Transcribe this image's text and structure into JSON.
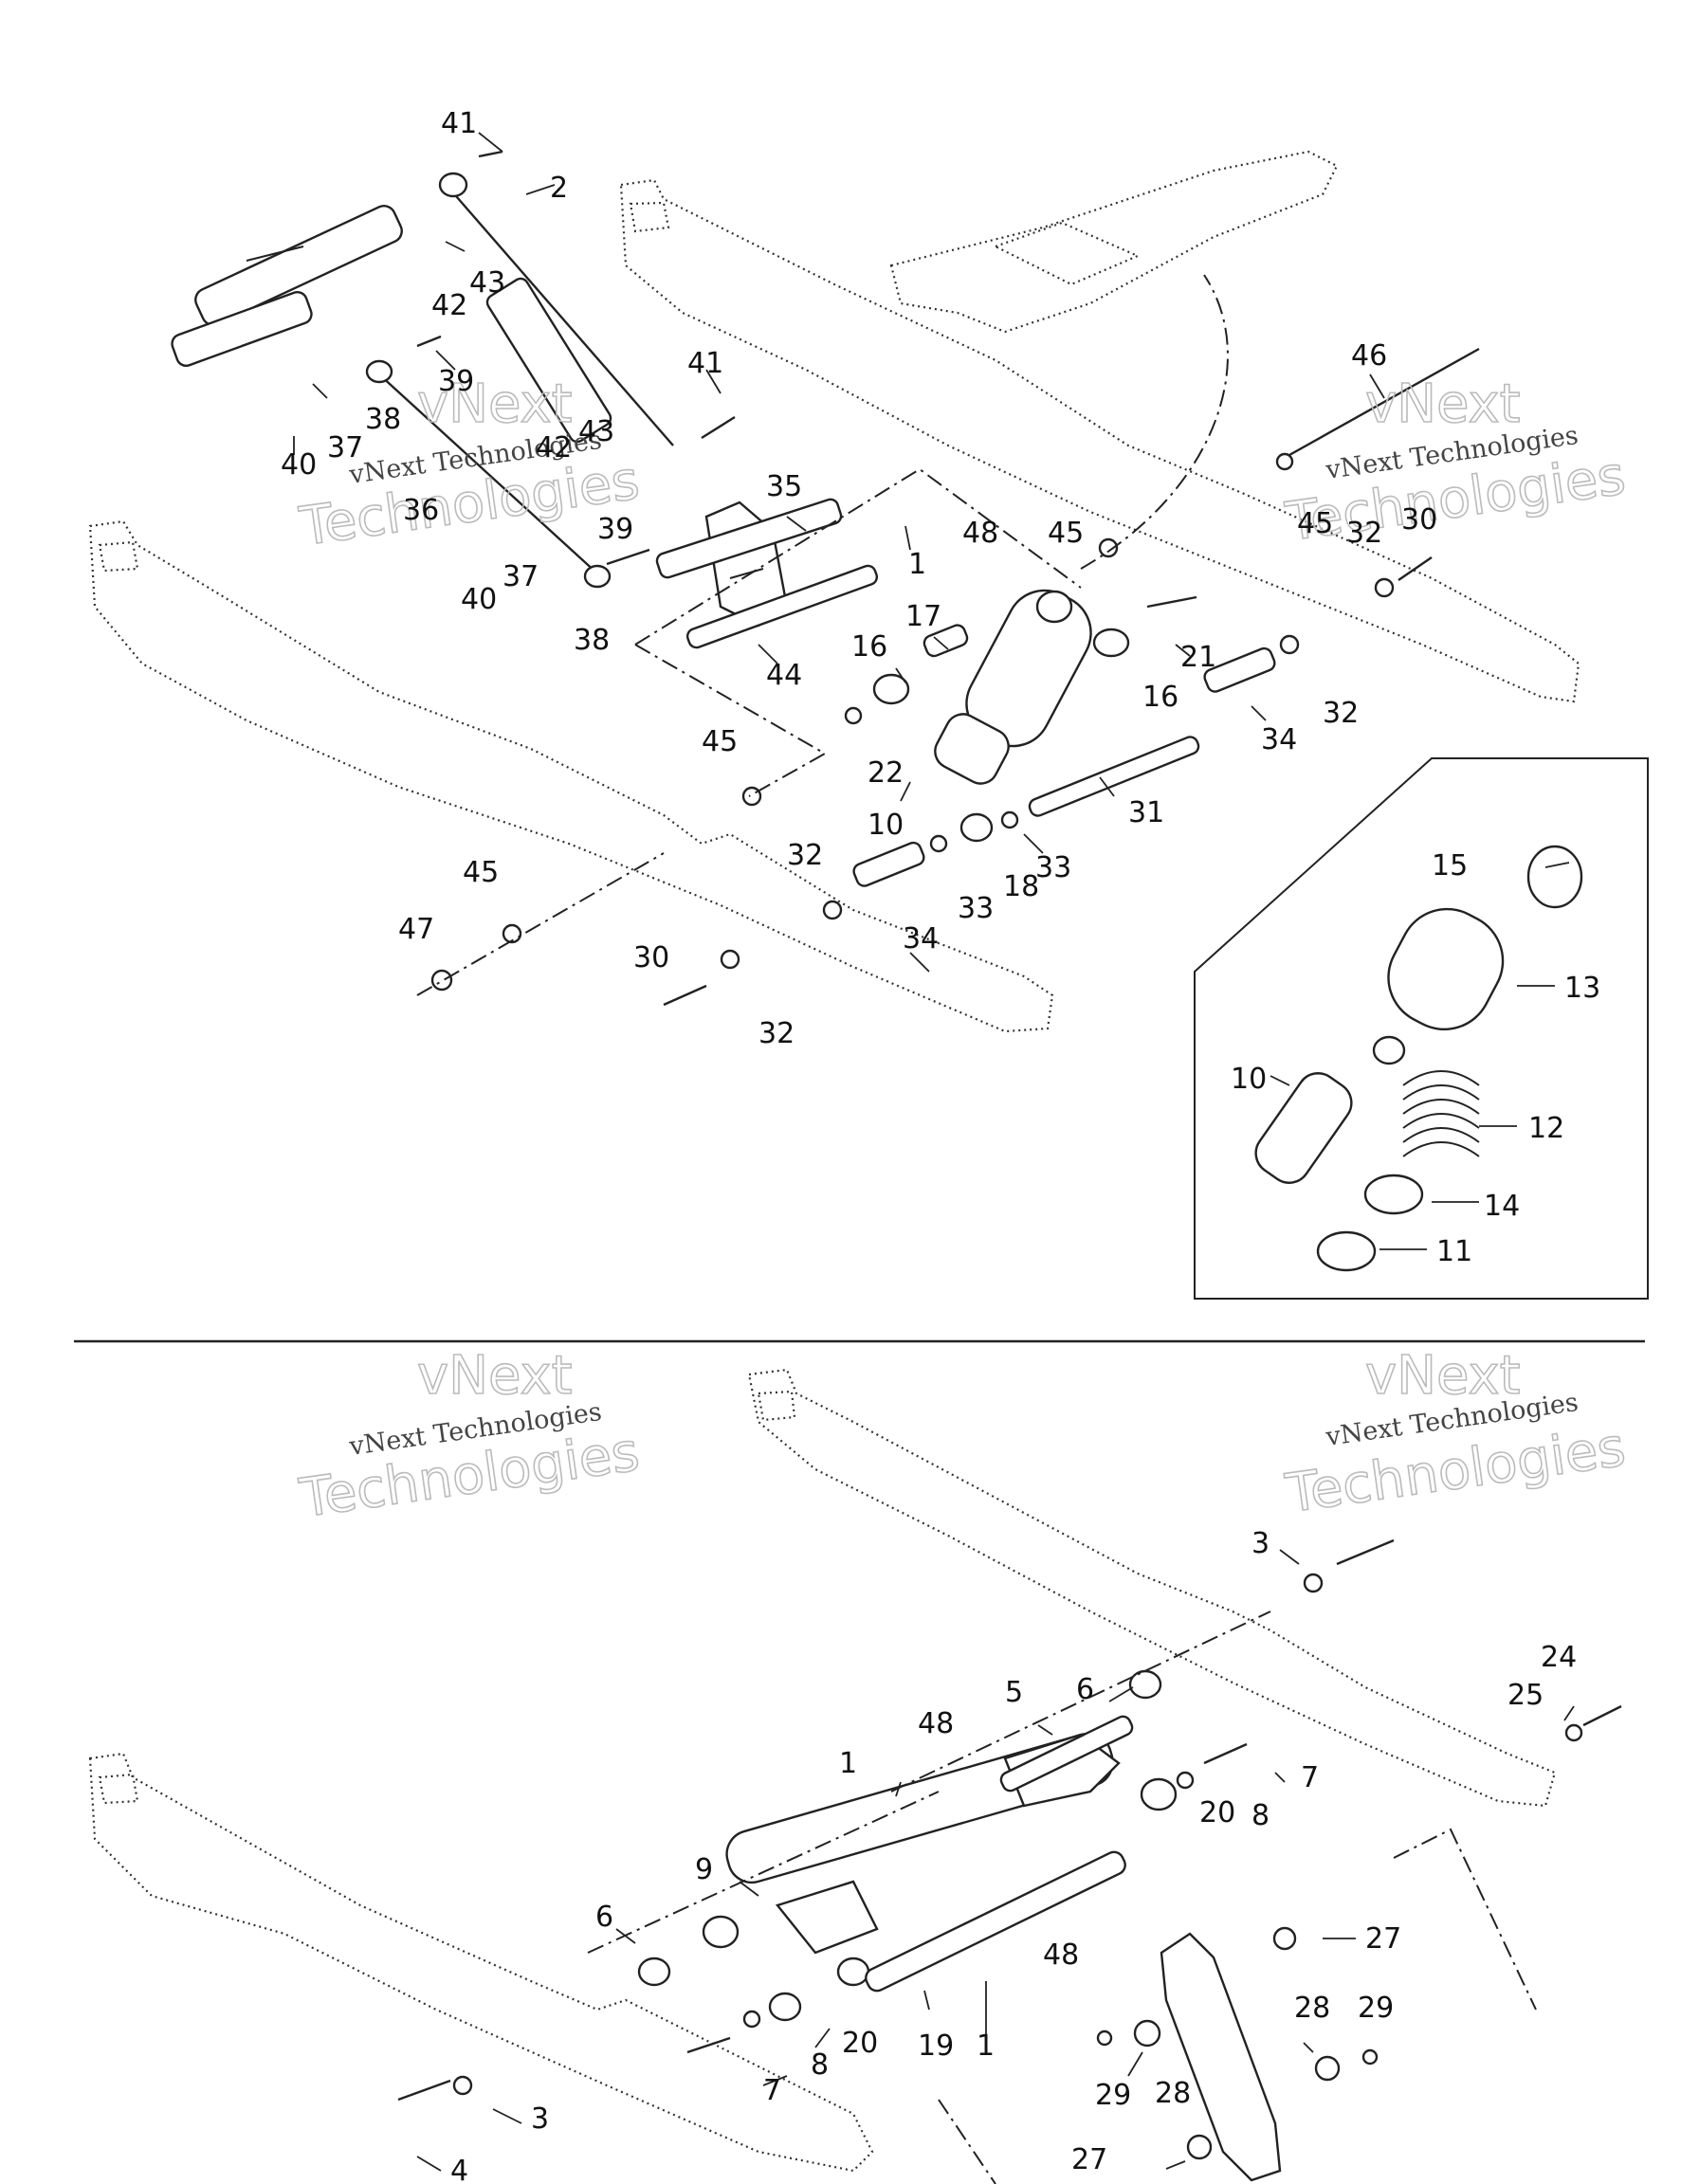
{
  "callouts_top": [
    "41",
    "2",
    "43",
    "42",
    "39",
    "38",
    "37",
    "40",
    "41",
    "43",
    "42",
    "36",
    "39",
    "35",
    "48",
    "1",
    "45",
    "46",
    "45",
    "32",
    "30",
    "37",
    "40",
    "38",
    "44",
    "17",
    "16",
    "21",
    "16",
    "22",
    "32",
    "34",
    "45",
    "10",
    "31",
    "32",
    "33",
    "18",
    "33",
    "34",
    "45",
    "47",
    "30",
    "32",
    "15",
    "13",
    "10",
    "12",
    "14",
    "11"
  ],
  "callouts_bottom": [
    "3",
    "24",
    "25",
    "6",
    "5",
    "48",
    "1",
    "7",
    "20",
    "8",
    "9",
    "6",
    "48",
    "20",
    "8",
    "7",
    "19",
    "1",
    "27",
    "28",
    "29",
    "29",
    "28",
    "3",
    "4",
    "27"
  ],
  "watermark": {
    "line1": "vNext Technologies",
    "line2": "Technologies",
    "line3": "vNext"
  }
}
